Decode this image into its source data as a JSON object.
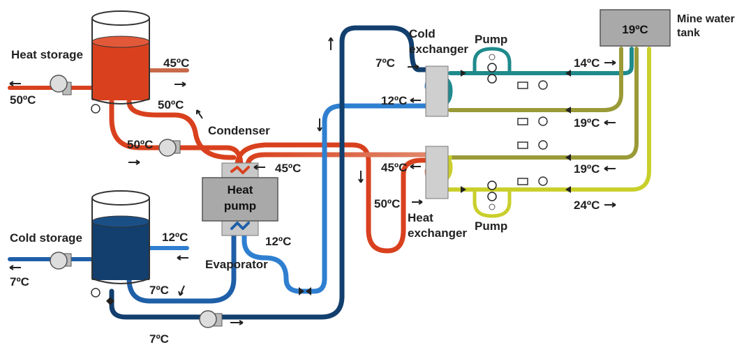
{
  "labels": {
    "heat_storage": "Heat storage",
    "cold_storage": "Cold storage",
    "condenser": "Condenser",
    "evaporator": "Evaporator",
    "heat_pump_line1": "Heat",
    "heat_pump_line2": "pump",
    "cold_exchanger_line1": "Cold",
    "cold_exchanger_line2": "exchanger",
    "heat_exchanger_line1": "Heat",
    "heat_exchanger_line2": "exchanger",
    "pump_top": "Pump",
    "pump_bottom": "Pump",
    "mine_tank_value": "19ºC",
    "mine_tank_line1": "Mine water",
    "mine_tank_line2": "tank"
  },
  "temperatures": {
    "hs_out": "50ºC",
    "hs_in": "45ºC",
    "hs_return": "50ºC",
    "cond_in": "50ºC",
    "cond_out": "45ºC",
    "cs_in": "12ºC",
    "cs_out": "7ºC",
    "evap_in": "12ºC",
    "evap_out": "7ºC",
    "cs_bottom": "7ºC",
    "cx_in": "7ºC",
    "cx_out": "12ºC",
    "hx_in": "50ºC",
    "hx_out": "45ºC",
    "mw_14": "14ºC",
    "mw_19a": "19ºC",
    "mw_19b": "19ºC",
    "mw_24": "24ºC"
  },
  "colors": {
    "hot": "#d9411e",
    "hot_light": "#e0876a",
    "cold": "#1f5fa8",
    "cold_dark": "#123f6d",
    "blue_mid": "#2f7fd0",
    "teal": "#1f8a8c",
    "olive": "#9a9a38",
    "lime": "#c9cf2b",
    "grey_box": "#a9a9a9"
  }
}
